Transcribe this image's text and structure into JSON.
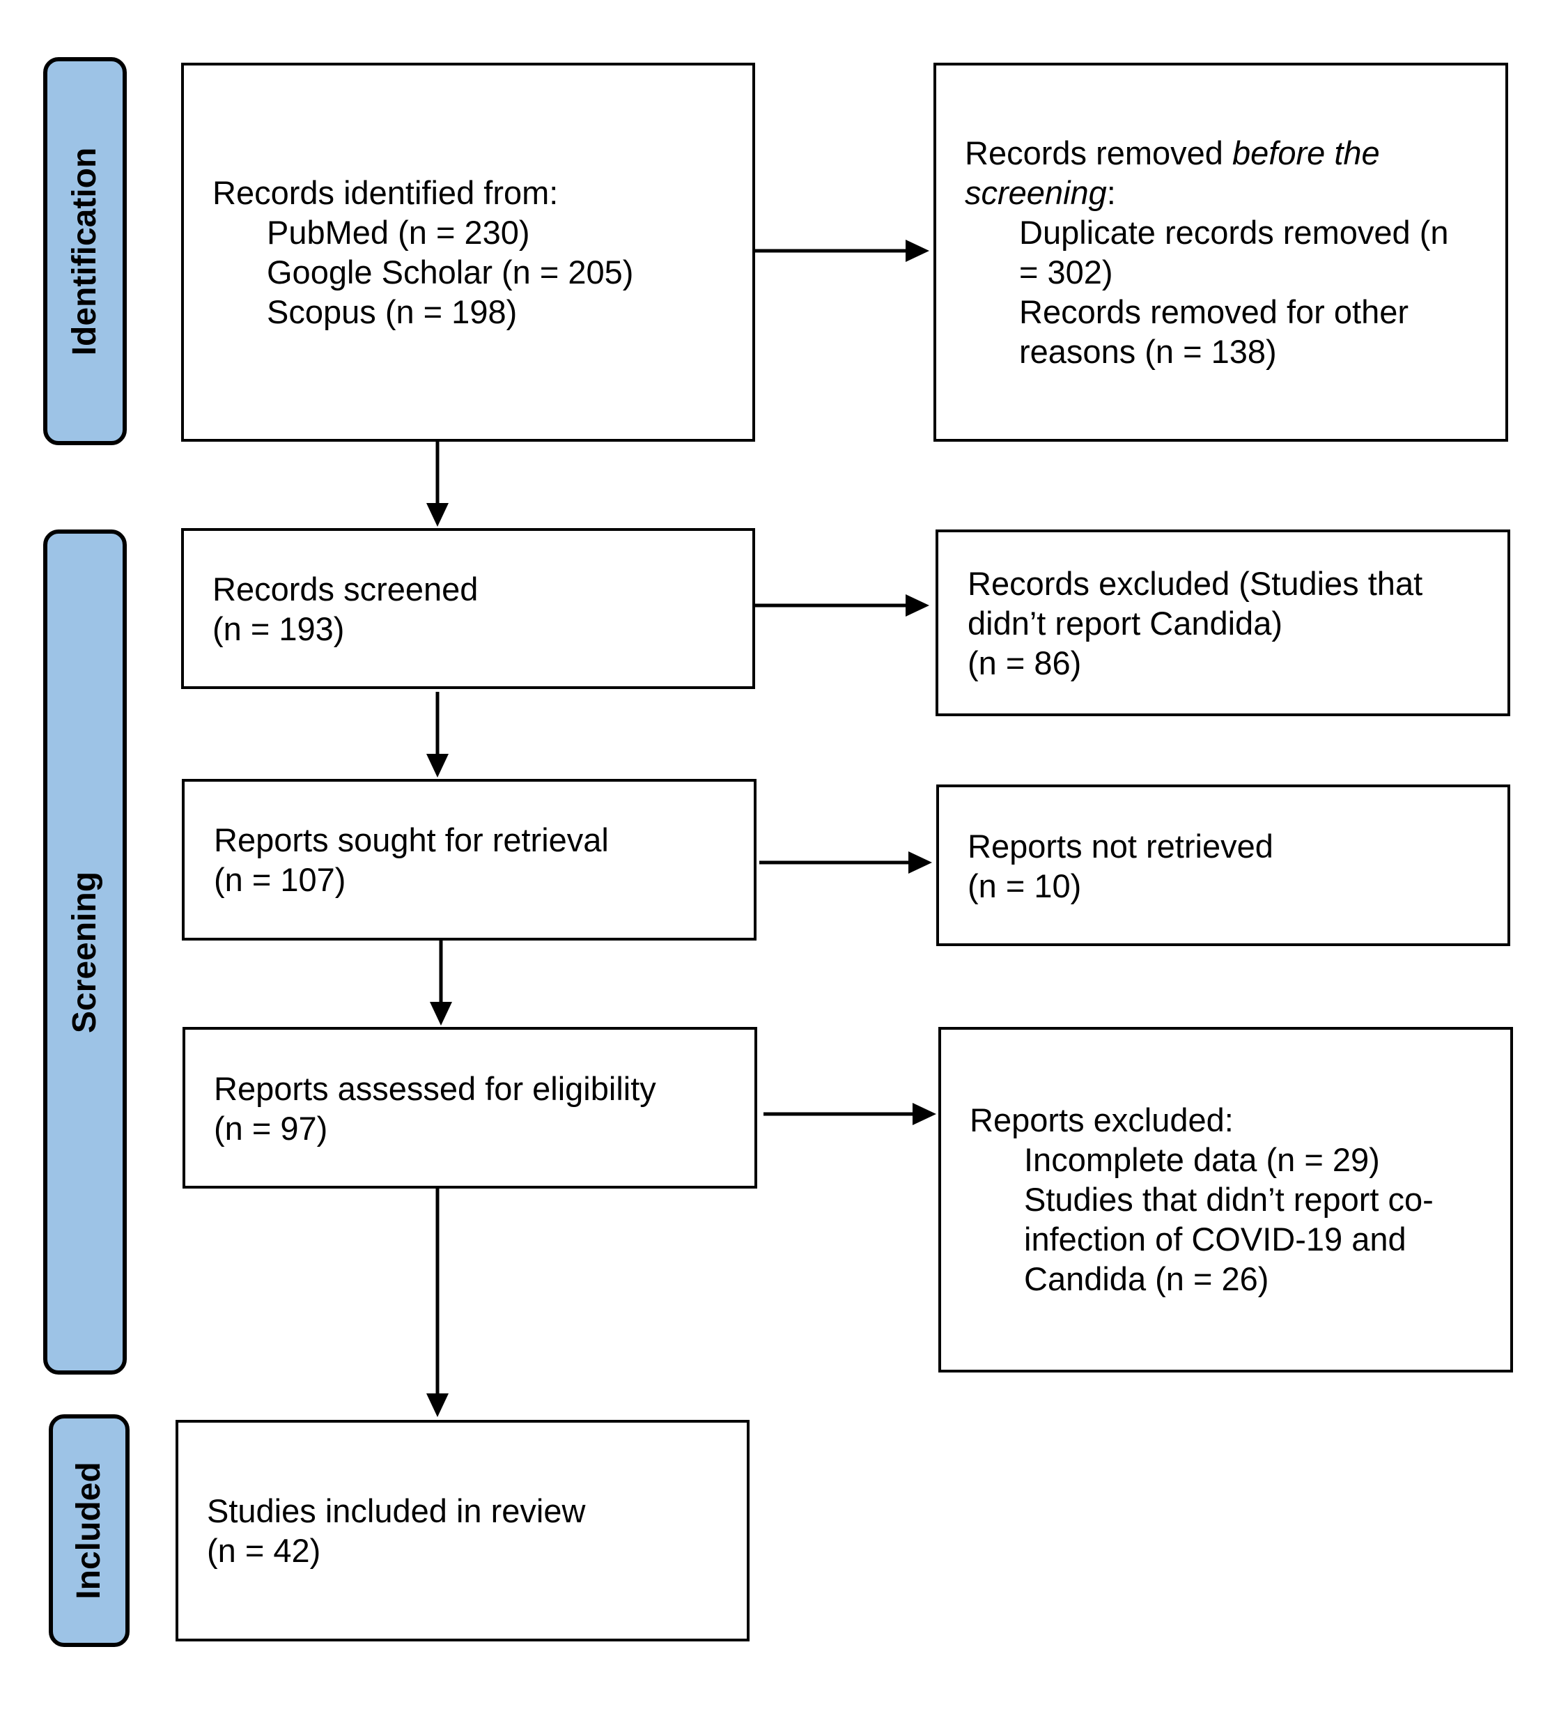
{
  "phases": {
    "identification": "Identification",
    "screening": "Screening",
    "included": "Included"
  },
  "identification": {
    "records_identified": {
      "heading": "Records identified from:",
      "sources": [
        "PubMed (n = 230)",
        "Google Scholar (n = 205)",
        "Scopus (n = 198)"
      ]
    },
    "records_removed": {
      "heading_pre": "Records removed ",
      "heading_italic_1": "before the",
      "heading_italic_2": "screening",
      "heading_post": ":",
      "lines": [
        "Duplicate records removed (n",
        "= 302)",
        "Records removed for other",
        "reasons (n = 138)"
      ]
    }
  },
  "screening": {
    "records_screened": {
      "label": "Records screened",
      "count": "(n = 193)"
    },
    "records_excluded": {
      "lines": [
        "Records excluded (Studies that",
        "didn’t report Candida)"
      ],
      "count": "(n = 86)"
    },
    "reports_sought": {
      "label": "Reports sought for retrieval",
      "count": "(n = 107)"
    },
    "reports_not_retrieved": {
      "label": "Reports not retrieved",
      "count": "(n = 10)"
    },
    "reports_assessed": {
      "label": "Reports assessed for eligibility",
      "count": "(n = 97)"
    },
    "reports_excluded": {
      "heading": "Reports excluded:",
      "lines": [
        "Incomplete data (n = 29)",
        "Studies that didn’t report co-",
        "infection of COVID-19 and",
        "Candida (n = 26)"
      ]
    }
  },
  "included": {
    "studies_included": {
      "label": "Studies included in review",
      "count": "(n = 42)"
    }
  },
  "colors": {
    "phase_fill": "#9dc3e6",
    "border": "#000000"
  }
}
